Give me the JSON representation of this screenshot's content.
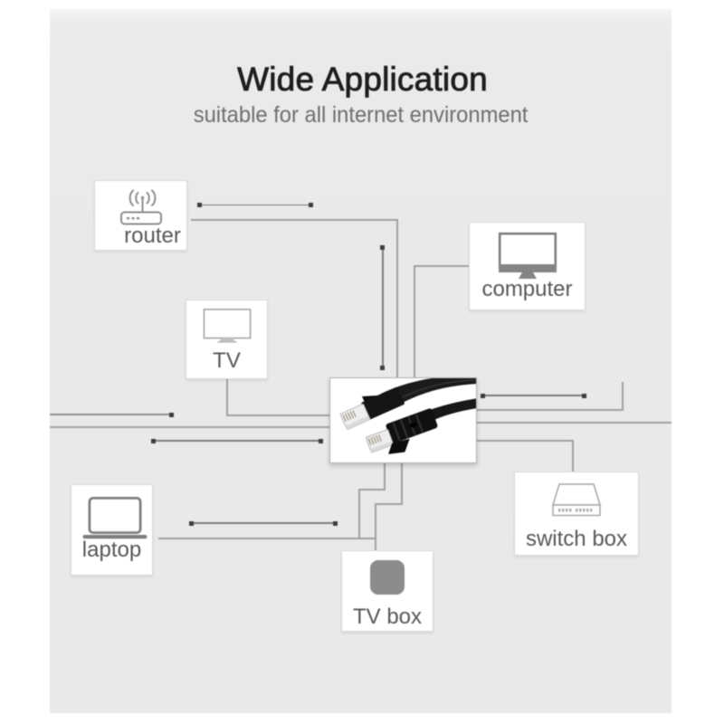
{
  "header": {
    "title": "Wide Application",
    "subtitle": "suitable for all internet environment"
  },
  "devices": [
    {
      "id": "router",
      "label": "router",
      "icon": "wifi-router-icon"
    },
    {
      "id": "computer",
      "label": "computer",
      "icon": "desktop-monitor-icon"
    },
    {
      "id": "tv",
      "label": "TV",
      "icon": "tv-icon"
    },
    {
      "id": "laptop",
      "label": "laptop",
      "icon": "laptop-icon"
    },
    {
      "id": "switch-box",
      "label": "switch box",
      "icon": "network-switch-icon"
    },
    {
      "id": "tv-box",
      "label": "TV box",
      "icon": "set-top-box-icon"
    }
  ],
  "center_product": {
    "name": "flat ethernet patch cable with RJ45 connectors",
    "icon": "ethernet-cable-photo"
  },
  "colors": {
    "panel_background": "#eaeaea",
    "page_background": "#ffffff",
    "line": "#9b9b9b",
    "dot": "#3e3e3e",
    "title_text": "#1e1e1e",
    "subtitle_text": "#6f6f6f",
    "label_text": "#4c4c4c",
    "box_border": "#d9d9d9",
    "icon_stroke": "#8d8d8d",
    "cable_black": "#161616"
  }
}
